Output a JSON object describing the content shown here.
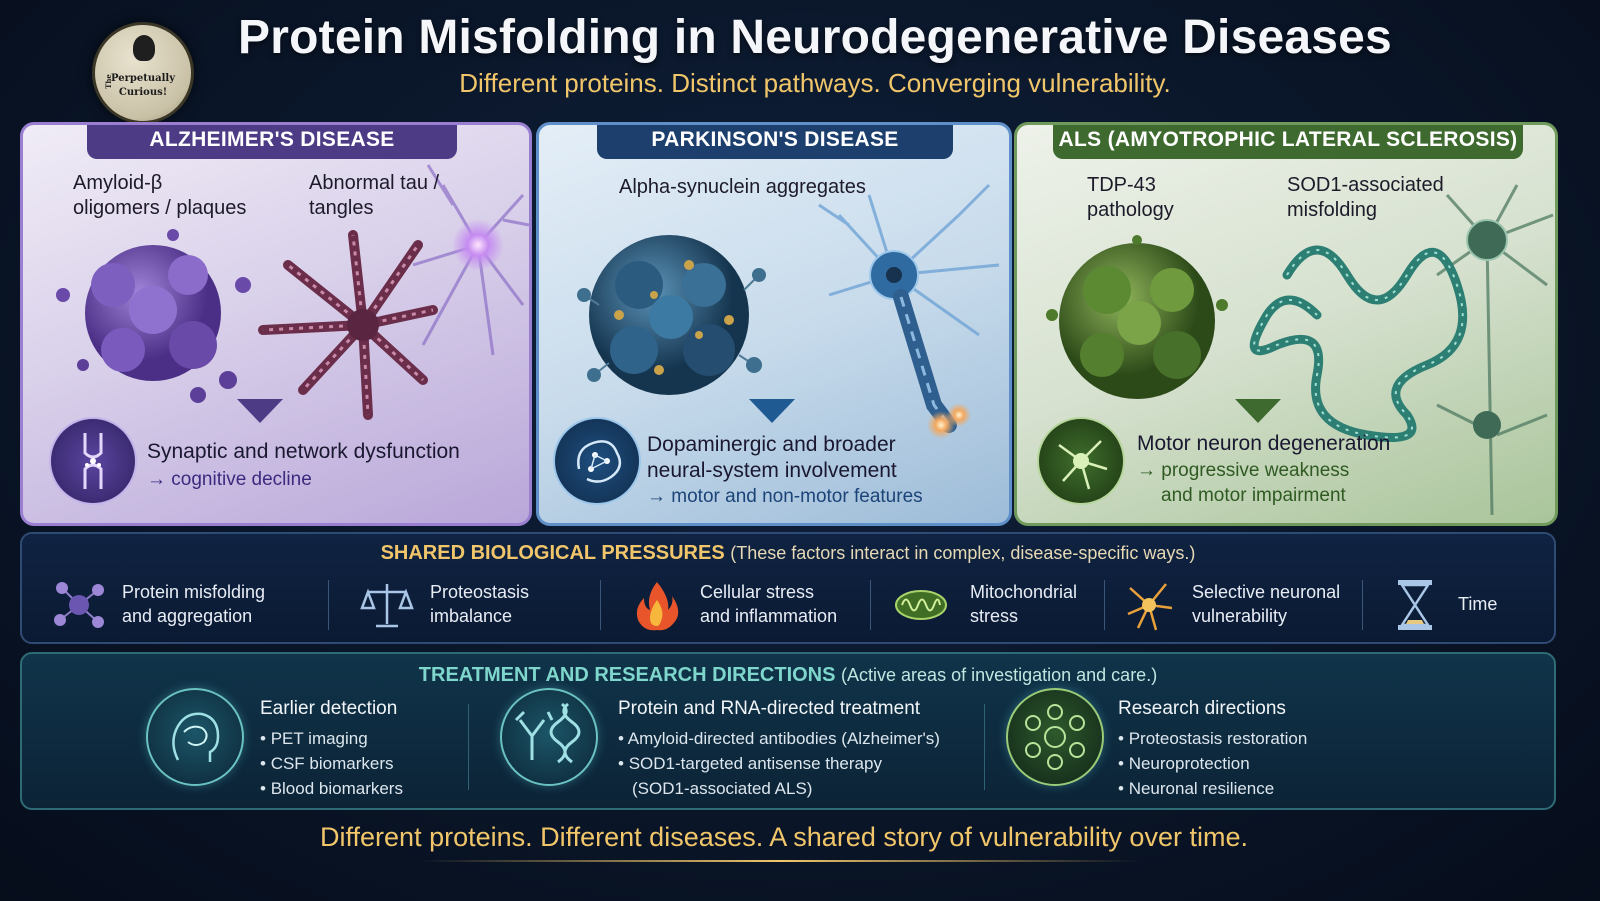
{
  "header": {
    "title": "Protein Misfolding in Neurodegenerative Diseases",
    "subtitle": "Different proteins. Distinct pathways. Converging vulnerability.",
    "logo_line0": "The",
    "logo_line1": "Perpetually",
    "logo_line2": "Curious!"
  },
  "alzheimers": {
    "title": "ALZHEIMER'S DISEASE",
    "label_a_l1": "Amyloid-β",
    "label_a_l2": "oligomers / plaques",
    "label_b_l1": "Abnormal tau /",
    "label_b_l2": "tangles",
    "effect_l1": "Synaptic and network dysfunction",
    "effect_l2": "→ cognitive decline",
    "accent": "#4d3b86"
  },
  "parkinsons": {
    "title": "PARKINSON'S DISEASE",
    "label_a": "Alpha-synuclein aggregates",
    "effect_l1": "Dopaminergic and broader",
    "effect_l2": "neural-system involvement",
    "effect_l3": "→ motor and non-motor features",
    "accent": "#1c3f6e"
  },
  "als": {
    "title": "ALS (AMYOTROPHIC LATERAL SCLEROSIS)",
    "label_a_l1": "TDP-43",
    "label_a_l2": "pathology",
    "label_b_l1": "SOD1-associated",
    "label_b_l2": "misfolding",
    "effect_l1": "Motor neuron degeneration",
    "effect_l2": "→ progressive weakness",
    "effect_l3": "and motor impairment",
    "accent": "#3e6a2f"
  },
  "shared": {
    "heading": "SHARED BIOLOGICAL PRESSURES",
    "note": "(These factors interact in complex, disease-specific ways.)",
    "items": [
      {
        "l1": "Protein misfolding",
        "l2": "and aggregation",
        "icon": "molecule-icon"
      },
      {
        "l1": "Proteostasis",
        "l2": "imbalance",
        "icon": "balance-scale-icon"
      },
      {
        "l1": "Cellular stress",
        "l2": "and inflammation",
        "icon": "flame-icon"
      },
      {
        "l1": "Mitochondrial",
        "l2": "stress",
        "icon": "mitochondria-icon"
      },
      {
        "l1": "Selective neuronal",
        "l2": "vulnerability",
        "icon": "neuron-icon"
      },
      {
        "l1": "Time",
        "l2": "",
        "icon": "hourglass-icon"
      }
    ]
  },
  "treatment": {
    "heading": "TREATMENT AND RESEARCH DIRECTIONS",
    "note": "(Active areas of investigation and care.)",
    "col1": {
      "title": "Earlier detection",
      "items": [
        "PET imaging",
        "CSF biomarkers",
        "Blood biomarkers"
      ]
    },
    "col2": {
      "title": "Protein and RNA-directed treatment",
      "items": [
        "Amyloid-directed antibodies (Alzheimer's)",
        "SOD1-targeted antisense therapy"
      ],
      "item2_cont": "(SOD1-associated ALS)"
    },
    "col3": {
      "title": "Research directions",
      "items": [
        "Proteostasis restoration",
        "Neuroprotection",
        "Neuronal resilience"
      ]
    }
  },
  "footer": "Different proteins. Different diseases. A shared story of vulnerability over time."
}
